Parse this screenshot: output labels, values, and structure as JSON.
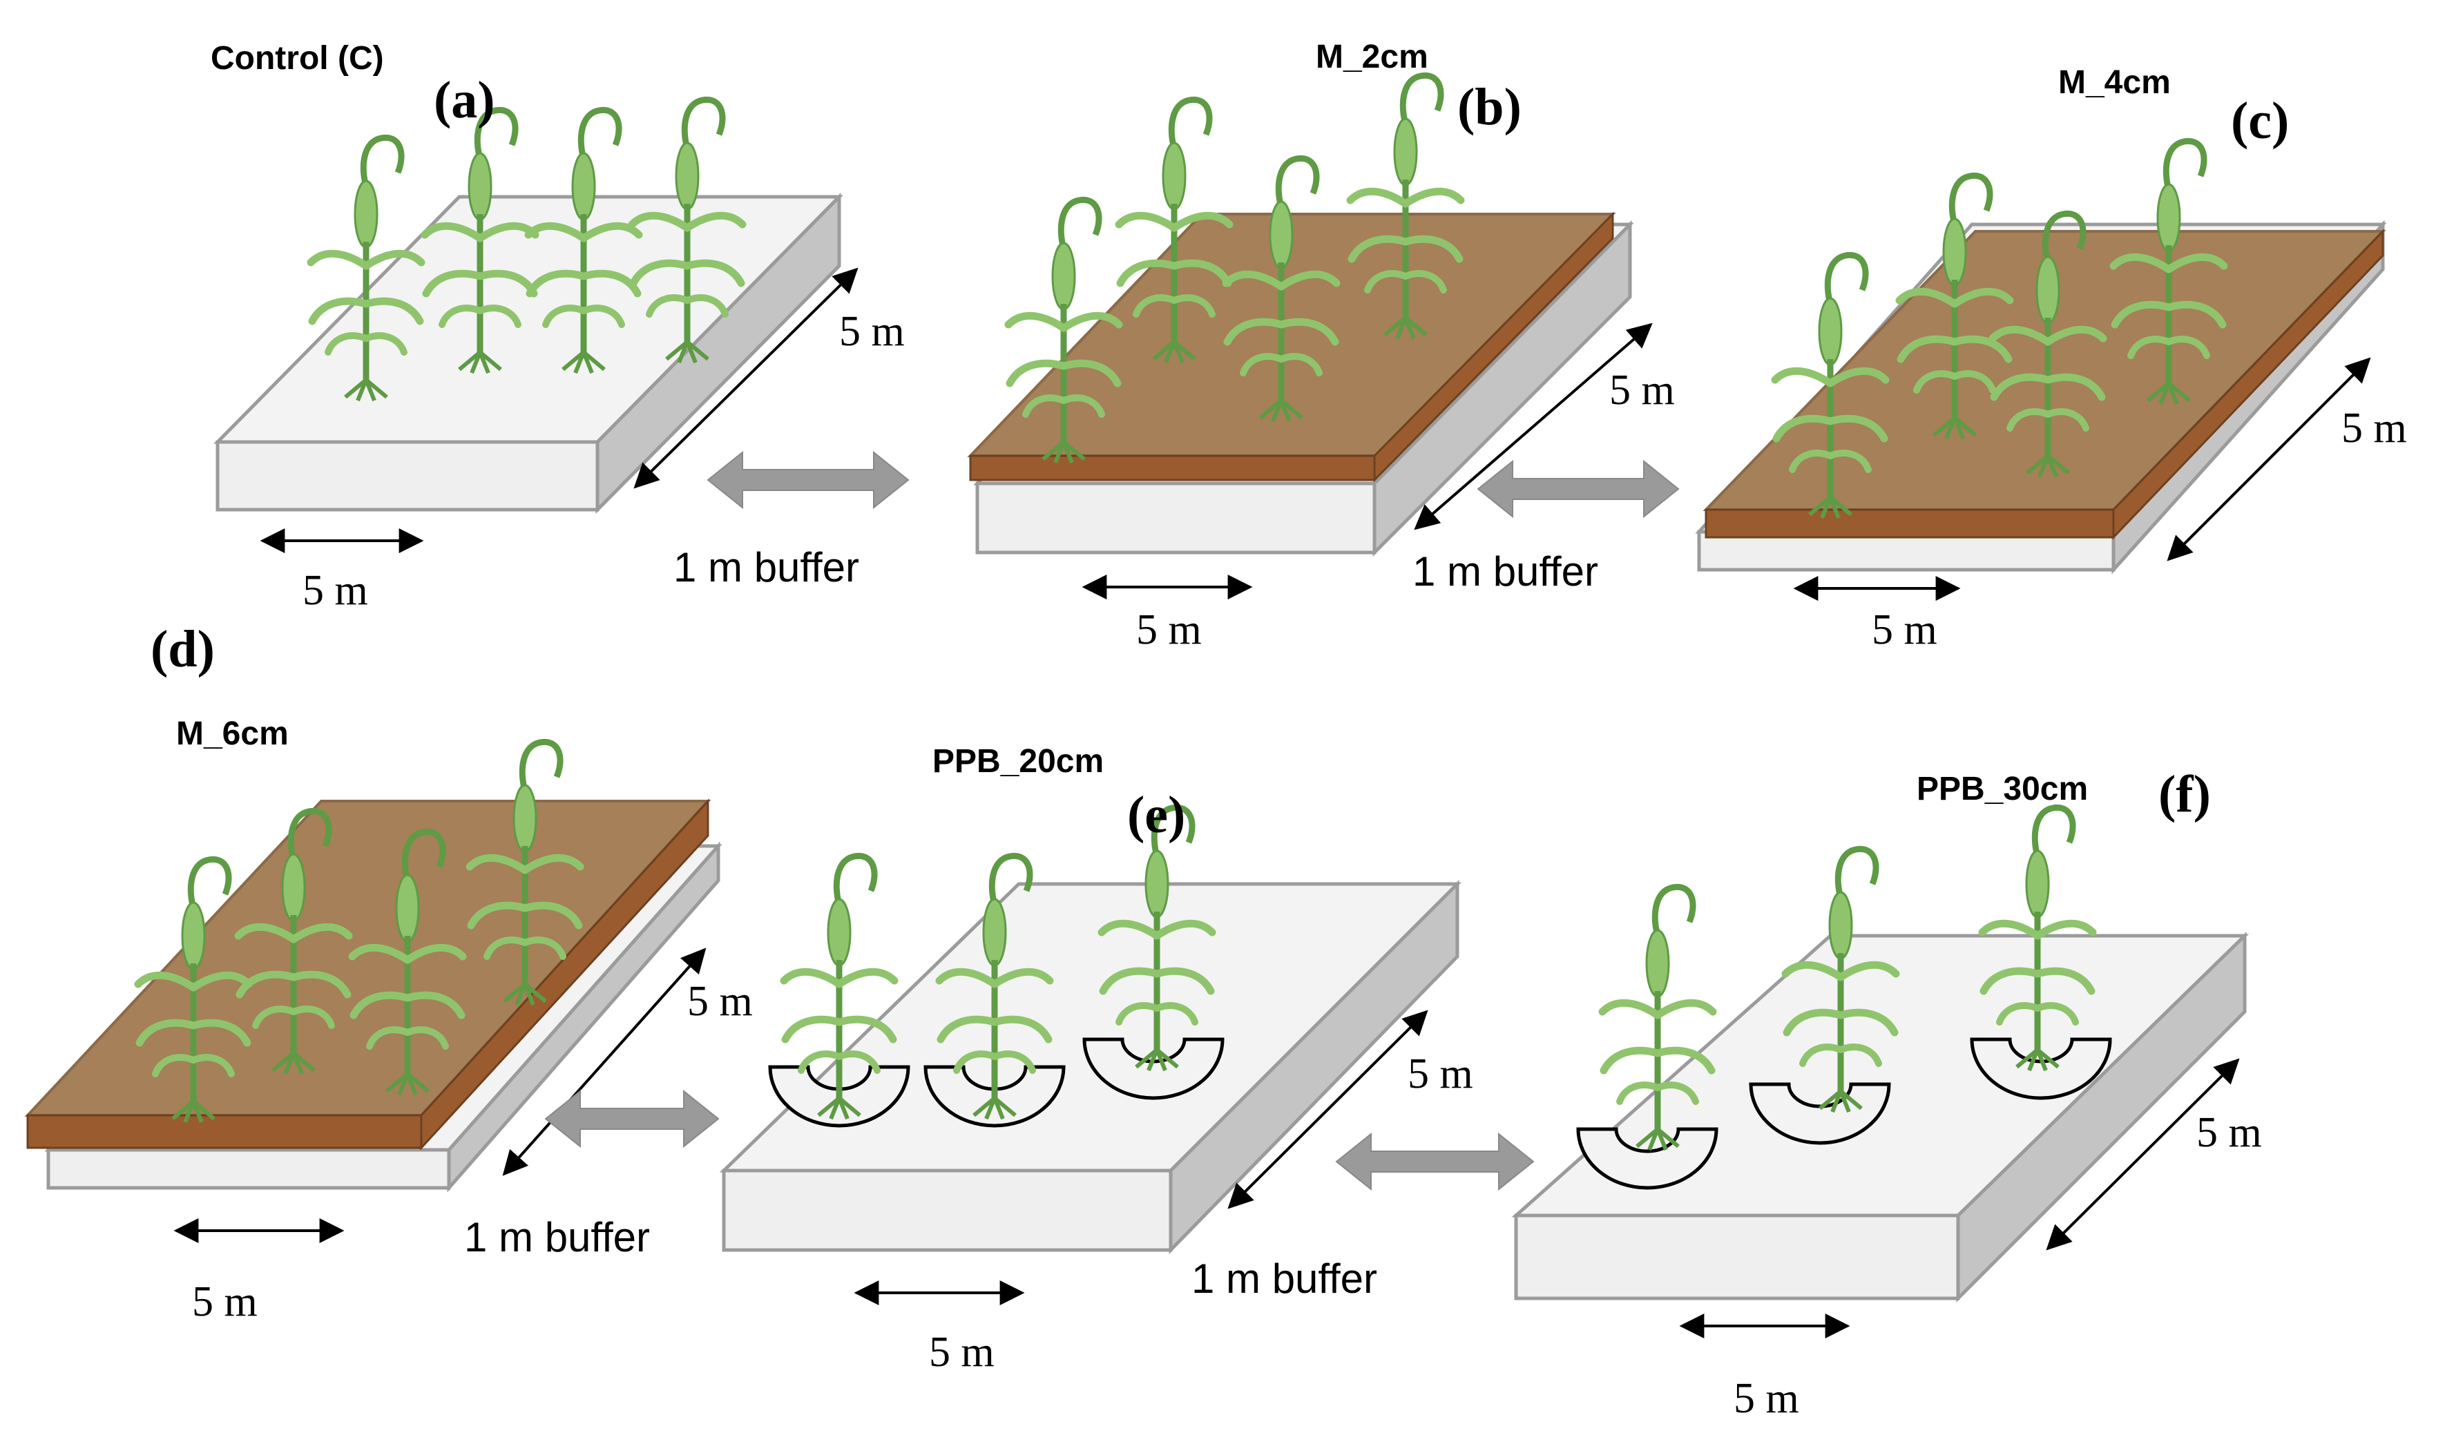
{
  "panels": [
    {
      "id": "a",
      "letter": "(a)",
      "treatment": "Control (C)",
      "width_label": "5 m",
      "length_label": "5 m"
    },
    {
      "id": "b",
      "letter": "(b)",
      "treatment": "M_2cm",
      "width_label": "5 m",
      "length_label": "5 m"
    },
    {
      "id": "c",
      "letter": "(c)",
      "treatment": "M_4cm",
      "width_label": "5 m",
      "length_label": "5 m"
    },
    {
      "id": "d",
      "letter": "(d)",
      "treatment": "M_6cm",
      "width_label": "5 m",
      "length_label": "5 m"
    },
    {
      "id": "e",
      "letter": "(e)",
      "treatment": "PPB_20cm",
      "width_label": "5 m",
      "length_label": "5 m"
    },
    {
      "id": "f",
      "letter": "(f)",
      "treatment": "PPB_30cm",
      "width_label": "5 m",
      "length_label": "5 m"
    }
  ],
  "buffers": [
    {
      "id": "ab",
      "label": "1 m buffer"
    },
    {
      "id": "bc",
      "label": "1 m buffer"
    },
    {
      "id": "de",
      "label": "1 m buffer"
    },
    {
      "id": "ef",
      "label": "1 m buffer"
    }
  ],
  "colors": {
    "soil_top": "#a58058",
    "mulch_side": "#9a5c2e",
    "bed_top": "#f3f3f3",
    "bed_front": "#efefef",
    "bed_side": "#c4c4c4",
    "plant": "#8fc46d",
    "plant_dark": "#5e9b44",
    "buffer_arrow": "#9a9a9a"
  }
}
